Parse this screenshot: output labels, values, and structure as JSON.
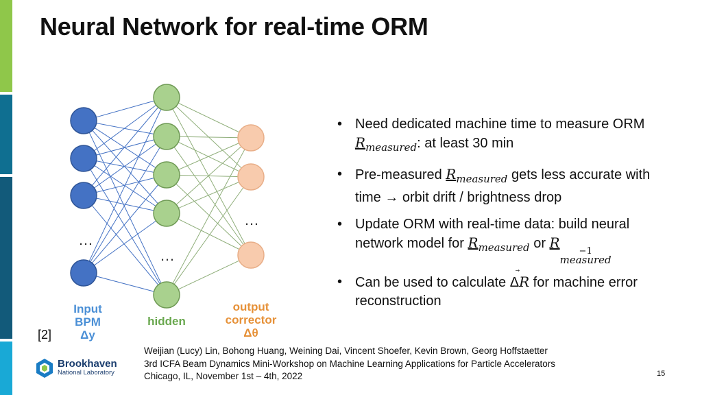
{
  "colors": {
    "accent_green": "#8fc74a",
    "accent_teal": "#0f6f91",
    "accent_blue": "#19a9d6",
    "input_node": "#4472c4",
    "hidden_node": "#a9d18e",
    "output_node": "#f8cbad",
    "input_label": "#4a8fd6",
    "hidden_label": "#6aa84f",
    "output_label": "#e69138"
  },
  "slide": {
    "title": "Neural Network for real-time ORM",
    "ref_tag": "[2]",
    "page_number": "15"
  },
  "diagram": {
    "ellipsis": "…",
    "input_label": [
      "Input",
      "BPM",
      "Δy"
    ],
    "hidden_label": "hidden",
    "output_label": [
      "output",
      "corrector",
      "Δθ"
    ]
  },
  "bullets": [
    {
      "pre": "Need dedicated machine time to measure ORM ",
      "sym": "R",
      "sub": "measured",
      "sup": "",
      "mid": "",
      "sym2": "",
      "sub2": "",
      "sup2": "",
      "post": ": at least 30 min"
    },
    {
      "pre": "Pre-measured ",
      "sym": "R",
      "sub": "measured",
      "sup": "",
      "mid": "",
      "sym2": "",
      "sub2": "",
      "sup2": "",
      "post": " gets less accurate with time → orbit drift / brightness drop"
    },
    {
      "pre": "Update ORM with real-time data: build neural network model for ",
      "sym": "R",
      "sub": "measured",
      "sup": "",
      "mid": " or ",
      "sym2": "R",
      "sub2": "measured",
      "sup2": "−1",
      "post": ""
    },
    {
      "pre": "Can be used to calculate Δ",
      "sym": "R",
      "sub": "",
      "sup": "",
      "mid": "",
      "sym2": "",
      "sub2": "",
      "sup2": "",
      "post": " for machine error reconstruction"
    }
  ],
  "credits": [
    "Weijian (Lucy) Lin, Bohong Huang, Weining Dai, Vincent Shoefer, Kevin Brown, Georg Hoffstaetter",
    "3rd ICFA Beam Dynamics Mini-Workshop on Machine Learning Applications for Particle Accelerators",
    "Chicago, IL, November 1st – 4th, 2022"
  ],
  "logo": {
    "name": "Brookhaven",
    "subtitle": "National Laboratory"
  }
}
